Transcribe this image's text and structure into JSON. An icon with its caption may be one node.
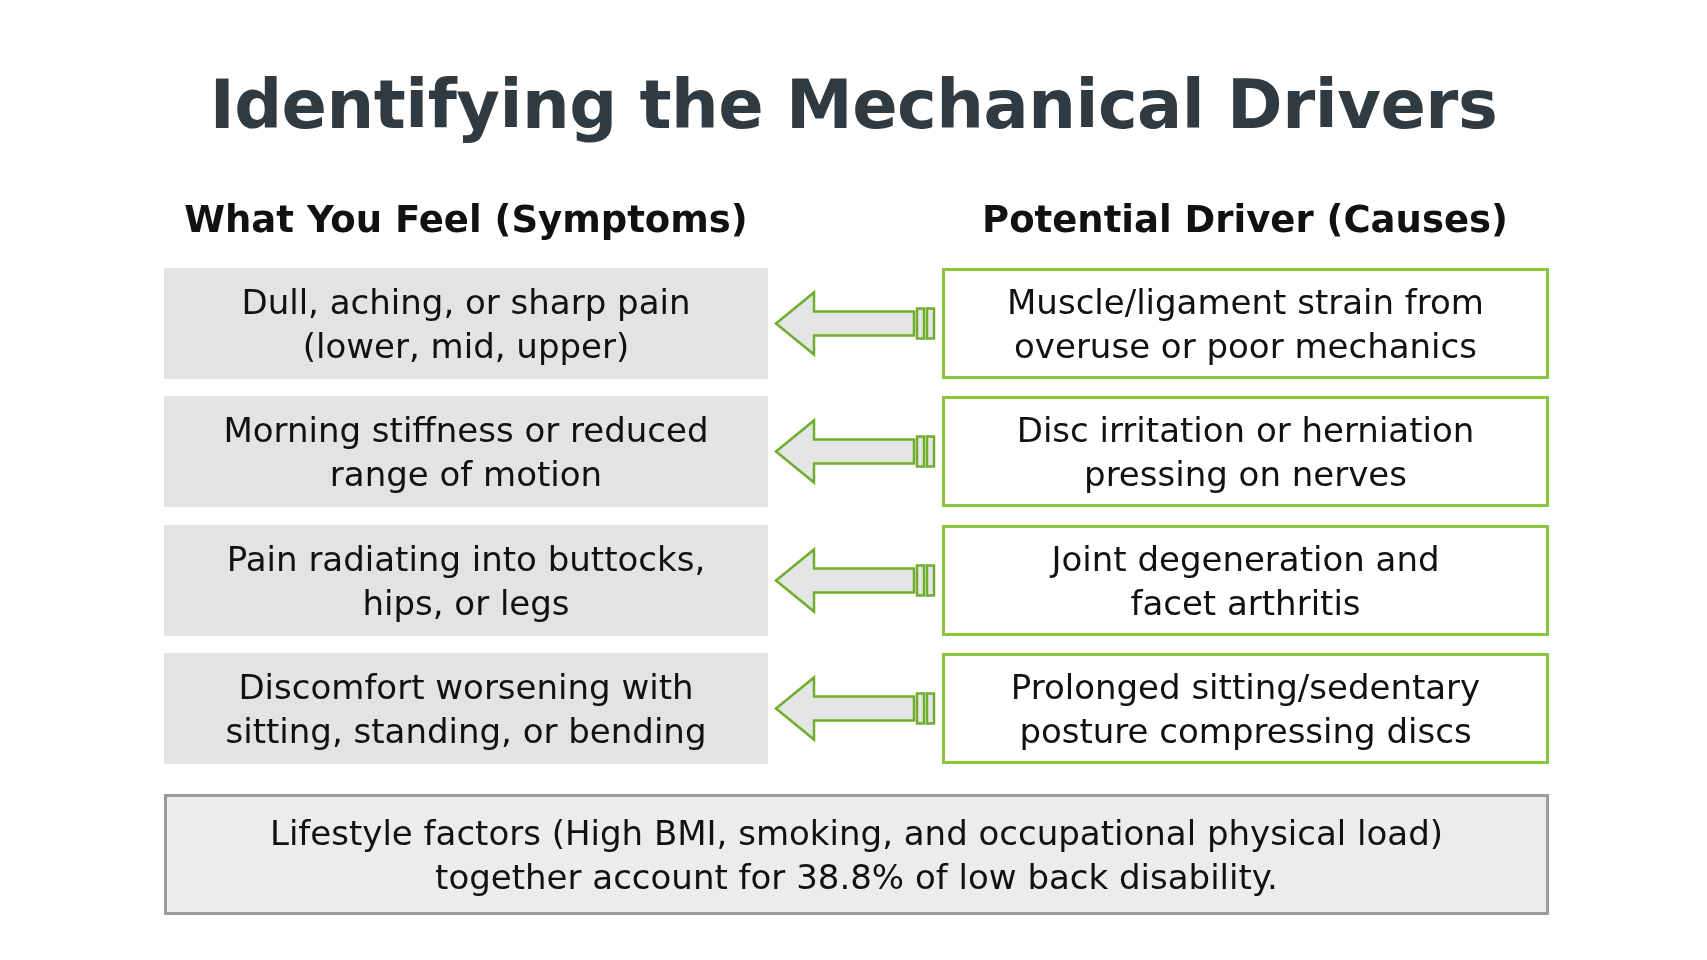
{
  "diagram": {
    "title": "Identifying the Mechanical Drivers",
    "nodes": [
      {
        "text": [
          "Dull, aching, or sharp pain (lower, mid, upper)"
        ]
      },
      {
        "text": [
          "Muscle/ligament strain from overuse or poor mechanics"
        ]
      },
      {
        "text": [
          "Morning stiffness or reduced range of motion"
        ]
      },
      {
        "text": [
          "Disc irritation or herniation pressing on nerves"
        ]
      },
      {
        "text": [
          "Pain radiating into buttocks, hips, or legs"
        ]
      },
      {
        "text": [
          "Joint degeneration and facet arthritis"
        ]
      },
      {
        "text": [
          "Discomfort worsening with sitting, standing, or bending"
        ]
      },
      {
        "text": [
          "Prolonged sitting/sedentary posture compressing discs"
        ]
      },
      {
        "text": [
          "Lifestyle factors (High BMI, smoking, and occupational physical load) together account for 38.8% of low back disability."
        ]
      }
    ],
    "edges": [
      {
        "from": 1,
        "to": 0,
        "arrow": "to"
      },
      {
        "from": 3,
        "to": 2,
        "arrow": "to"
      },
      {
        "from": 5,
        "to": 4,
        "arrow": "to"
      },
      {
        "from": 7,
        "to": 6,
        "arrow": "to"
      }
    ],
    "labels": [
      "What You Feel (Symptoms)",
      "Potential Driver (Causes)"
    ]
  }
}
